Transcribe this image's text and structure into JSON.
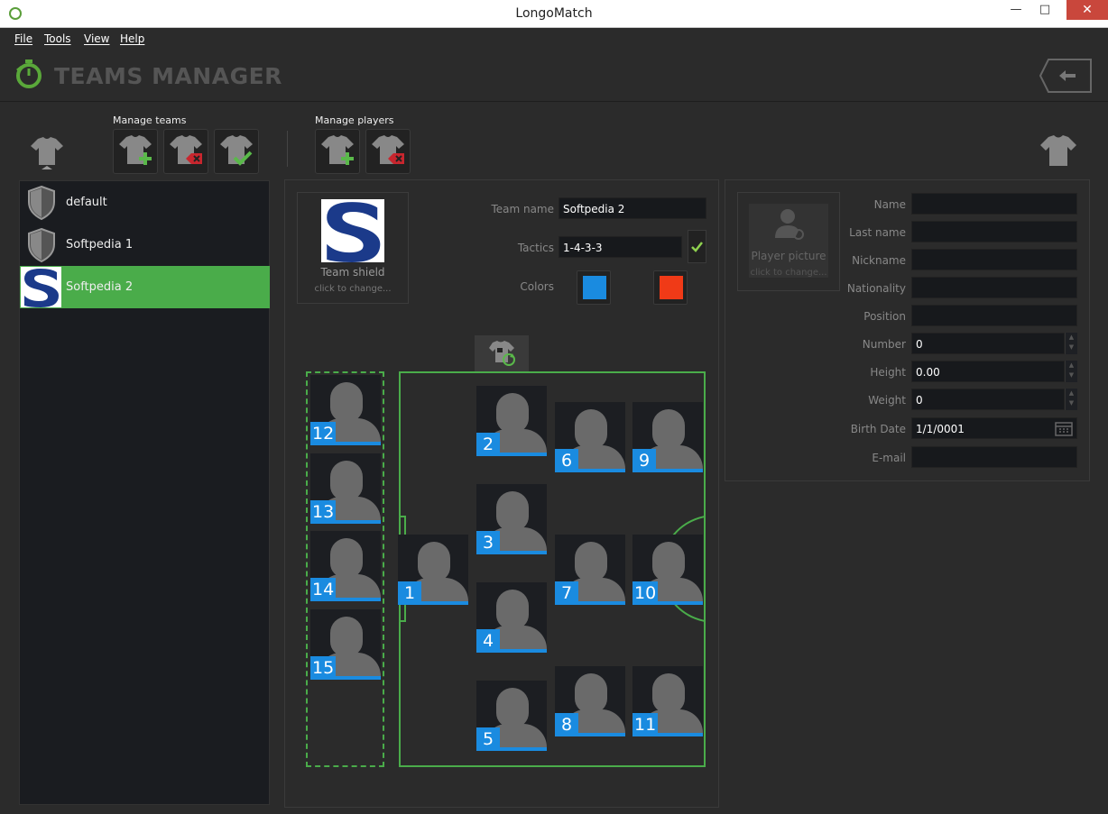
{
  "window": {
    "title": "LongoMatch"
  },
  "menu": [
    "File",
    "Tools",
    "View",
    "Help"
  ],
  "header": {
    "title": "TEAMS MANAGER"
  },
  "toolbar": {
    "manage_teams": "Manage teams",
    "manage_players": "Manage players"
  },
  "teams": [
    {
      "name": "default",
      "selected": false
    },
    {
      "name": "Softpedia 1",
      "selected": false
    },
    {
      "name": "Softpedia 2",
      "selected": true
    }
  ],
  "team_form": {
    "shield_label": "Team shield",
    "shield_hint": "click to change...",
    "team_name_label": "Team name",
    "team_name_value": "Softpedia 2",
    "tactics_label": "Tactics",
    "tactics_value": "1-4-3-3",
    "colors_label": "Colors",
    "color_home": "#1a8be0",
    "color_away": "#f03a17"
  },
  "bench_players": [
    "12",
    "13",
    "14",
    "15"
  ],
  "field_players": [
    "1",
    "2",
    "3",
    "4",
    "5",
    "6",
    "7",
    "8",
    "9",
    "10",
    "11"
  ],
  "player_form": {
    "picture_label": "Player picture",
    "picture_hint": "click to change...",
    "name_label": "Name",
    "last_name_label": "Last name",
    "nickname_label": "Nickname",
    "nationality_label": "Nationality",
    "position_label": "Position",
    "number_label": "Number",
    "number_value": "0",
    "height_label": "Height",
    "height_value": "0.00",
    "weight_label": "Weight",
    "weight_value": "0",
    "birth_date_label": "Birth Date",
    "birth_date_value": "1/1/0001",
    "email_label": "E-mail"
  },
  "colors": {
    "accent": "#4aac4a",
    "player_badge": "#1a8be0",
    "background": "#2b2b2b"
  }
}
